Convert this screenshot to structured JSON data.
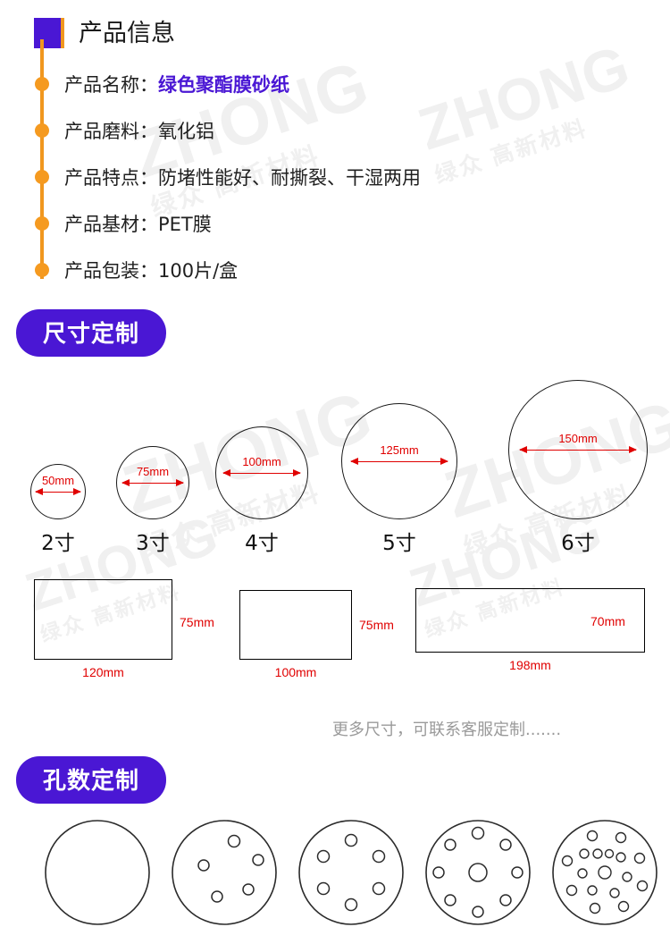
{
  "info": {
    "title": "产品信息",
    "rows": [
      {
        "label": "产品名称：",
        "value": "绿色聚酯膜砂纸",
        "accent": true
      },
      {
        "label": "产品磨料：",
        "value": "氧化铝",
        "accent": false
      },
      {
        "label": "产品特点：",
        "value": "防堵性能好、耐撕裂、干湿两用",
        "accent": false
      },
      {
        "label": "产品基材：",
        "value": "PET膜",
        "accent": false
      },
      {
        "label": "产品包装：",
        "value": "100片/盒",
        "accent": false
      }
    ]
  },
  "size_section": {
    "badge_strong": "尺寸",
    "badge_rest": "定制",
    "circles": [
      {
        "caption": "2寸",
        "dimension": "50mm"
      },
      {
        "caption": "3寸",
        "dimension": "75mm"
      },
      {
        "caption": "4寸",
        "dimension": "100mm"
      },
      {
        "caption": "5寸",
        "dimension": "125mm"
      },
      {
        "caption": "6寸",
        "dimension": "150mm"
      }
    ],
    "rectangles": [
      {
        "width_label": "120mm",
        "height_label": "75mm"
      },
      {
        "width_label": "100mm",
        "height_label": "75mm"
      },
      {
        "width_label": "198mm",
        "height_label": "70mm"
      }
    ],
    "note": "更多尺寸，可联系客服定制......."
  },
  "hole_section": {
    "badge_strong": "孔数",
    "badge_rest": "定制",
    "discs": [
      {
        "holes": 0
      },
      {
        "holes": 5
      },
      {
        "holes": 6
      },
      {
        "holes": 9
      },
      {
        "holes": 17
      }
    ]
  },
  "watermark": {
    "text": "ZHONG",
    "sub": "绿众 高新材料"
  },
  "colors": {
    "accent_purple": "#4a17d4",
    "timeline_orange": "#f0971f",
    "dimension_red": "#e00000",
    "note_gray": "#9a9a9a"
  }
}
